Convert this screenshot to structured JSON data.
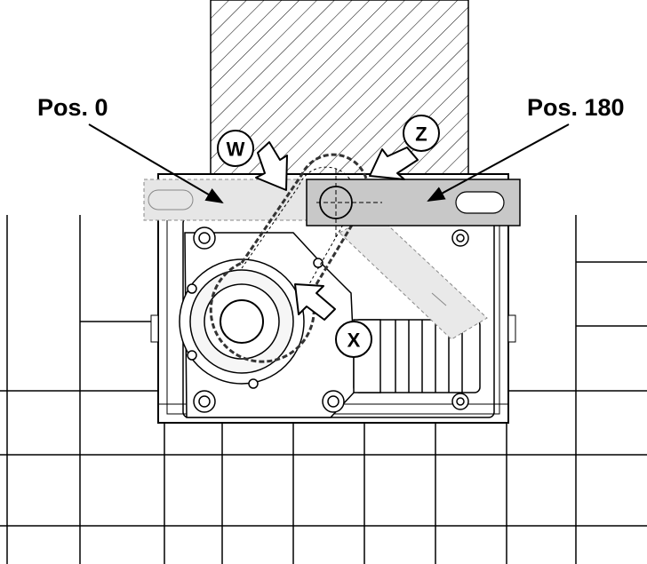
{
  "labels": {
    "pos0": "Pos. 0",
    "pos180": "Pos. 180"
  },
  "callouts": {
    "w": "W",
    "z": "Z",
    "x": "X"
  }
}
